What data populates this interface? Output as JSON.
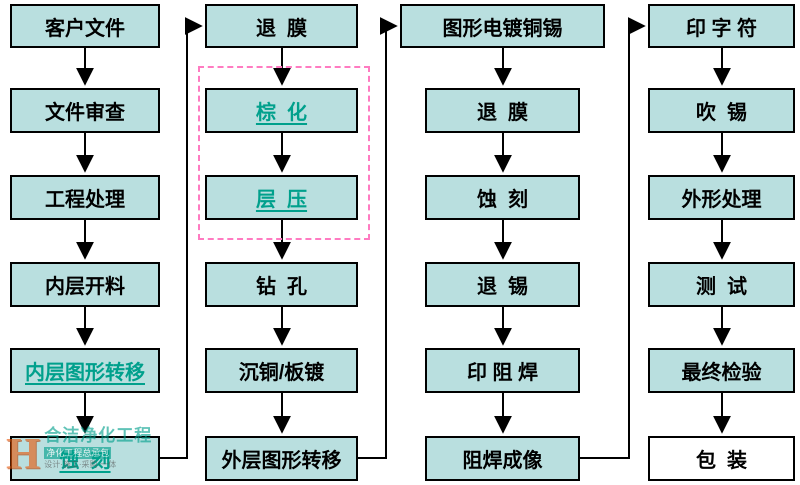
{
  "flowchart": {
    "columns": [
      {
        "boxes": [
          {
            "label": "客户文件"
          },
          {
            "label": "文件审查"
          },
          {
            "label": "工程处理"
          },
          {
            "label": "内层开料"
          },
          {
            "label": "内层图形转移",
            "style": "teal"
          },
          {
            "label": "蚀  刻",
            "style": "teal"
          }
        ]
      },
      {
        "boxes": [
          {
            "label": "退  膜"
          },
          {
            "label": "棕  化",
            "style": "teal"
          },
          {
            "label": "层  压",
            "style": "teal"
          },
          {
            "label": "钻  孔"
          },
          {
            "label": "沉铜/板镀"
          },
          {
            "label": "外层图形转移"
          }
        ]
      },
      {
        "boxes": [
          {
            "label": "图形电镀铜锡"
          },
          {
            "label": "退  膜"
          },
          {
            "label": "蚀  刻"
          },
          {
            "label": "退  锡"
          },
          {
            "label": "印 阻 焊"
          },
          {
            "label": "阻焊成像"
          }
        ]
      },
      {
        "boxes": [
          {
            "label": "印 字 符"
          },
          {
            "label": "吹  锡"
          },
          {
            "label": "外形处理"
          },
          {
            "label": "测  试"
          },
          {
            "label": "最终检验"
          },
          {
            "label": "包  装",
            "style": "white"
          }
        ]
      }
    ],
    "colors": {
      "box_fill": "#b9dfdf",
      "box_border": "#000000",
      "teal_text": "#00a08c",
      "dashed_highlight": "#ff7bc1",
      "arrow": "#000000"
    }
  },
  "watermark": {
    "logo_letter": "H",
    "line1": "合洁净化工程",
    "line2": "净化工程总承包",
    "line3": "设计·施工·采购·一体"
  }
}
